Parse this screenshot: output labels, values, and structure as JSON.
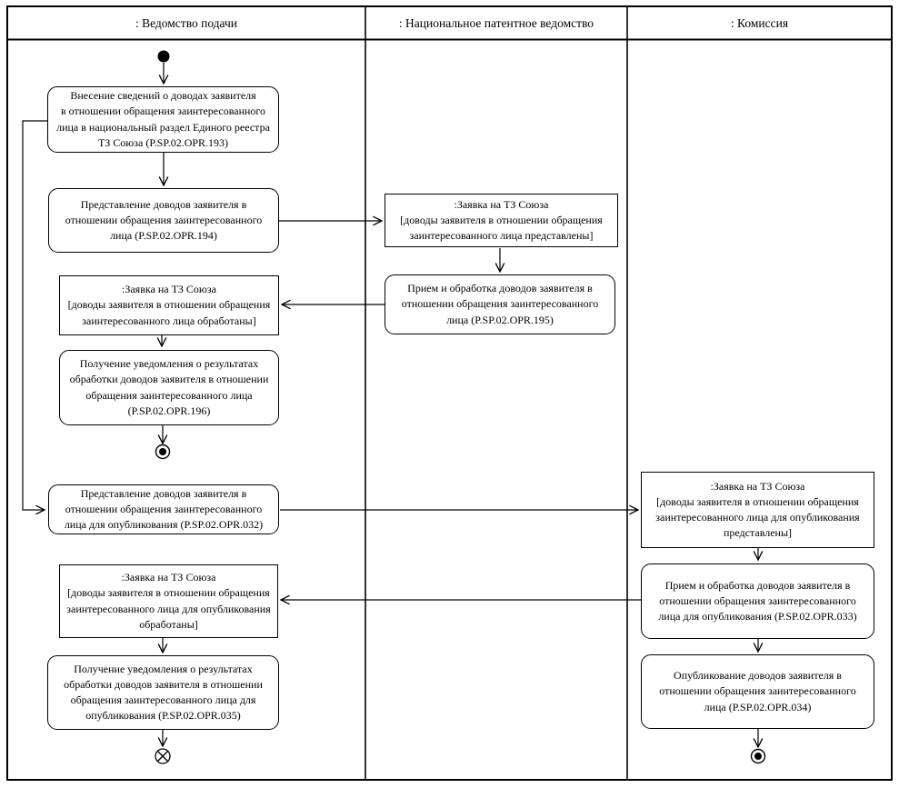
{
  "diagram": {
    "lanes": [
      {
        "label": ": Ведомство подачи"
      },
      {
        "label": ": Национальное патентное ведомство"
      },
      {
        "label": ": Комиссия"
      }
    ],
    "nodes": {
      "opr193": {
        "type": "activity",
        "text": "Внесение сведений о доводах заявителя\nв отношении обращения заинтересованного\nлица в национальный раздел Единого реестра\nТЗ Союза (P.SP.02.OPR.193)"
      },
      "opr194": {
        "type": "activity",
        "text": "Представление доводов заявителя в\nотношении обращения заинтересованного\nлица (P.SP.02.OPR.194)"
      },
      "obj_submitted": {
        "type": "object",
        "text": ":Заявка на ТЗ Союза\n[доводы заявителя в отношении обращения\nзаинтересованного лица представлены]"
      },
      "opr195": {
        "type": "activity",
        "text": "Прием и обработка доводов заявителя в\nотношении обращения заинтересованного\nлица (P.SP.02.OPR.195)"
      },
      "obj_processed": {
        "type": "object",
        "text": ":Заявка на ТЗ Союза\n[доводы заявителя в отношении обращения\nзаинтересованного лица обработаны]"
      },
      "opr196": {
        "type": "activity",
        "text": "Получение уведомления о результатах\nобработки доводов заявителя в отношении\nобращения заинтересованного лица\n(P.SP.02.OPR.196)"
      },
      "opr032": {
        "type": "activity",
        "text": "Представление доводов заявителя в\nотношении обращения заинтересованного\nлица для опубликования (P.SP.02.OPR.032)"
      },
      "obj_pub_submitted": {
        "type": "object",
        "text": ":Заявка на ТЗ Союза\n[доводы заявителя в отношении обращения\nзаинтересованного лица для опубликования\nпредставлены]"
      },
      "opr033": {
        "type": "activity",
        "text": "Прием и обработка доводов заявителя в\nотношении обращения заинтересованного\nлица для опубликования (P.SP.02.OPR.033)"
      },
      "obj_pub_processed": {
        "type": "object",
        "text": ":Заявка на ТЗ Союза\n[доводы заявителя в отношении обращения\nзаинтересованного лица для опубликования\nобработаны]"
      },
      "opr035": {
        "type": "activity",
        "text": "Получение уведомления о результатах\nобработки доводов заявителя в отношении\nобращения заинтересованного лица для\nопубликования (P.SP.02.OPR.035)"
      },
      "opr034": {
        "type": "activity",
        "text": "Опубликование доводов заявителя в\nотношении обращения заинтересованного\nлица (P.SP.02.OPR.034)"
      }
    },
    "colors": {
      "line": "#000000",
      "background": "#ffffff"
    }
  }
}
